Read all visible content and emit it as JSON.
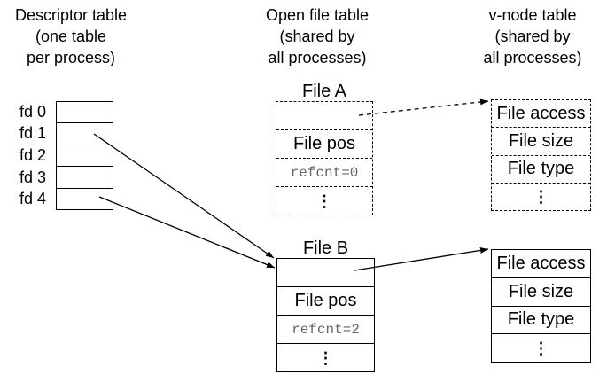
{
  "headers": {
    "descriptor": {
      "lines": [
        "Descriptor table",
        "(one table",
        "per process)"
      ]
    },
    "open_file": {
      "lines": [
        "Open file table",
        "(shared by",
        "all processes)"
      ]
    },
    "vnode": {
      "lines": [
        "v-node table",
        "(shared by",
        "all processes)"
      ]
    }
  },
  "descriptor_table": {
    "fd_labels": [
      "fd 0",
      "fd 1",
      "fd 2",
      "fd 3",
      "fd 4"
    ]
  },
  "open_file_table": {
    "file_a": {
      "title": "File A",
      "rows": [
        "",
        "File pos",
        "refcnt=0",
        "⋮"
      ]
    },
    "file_b": {
      "title": "File B",
      "rows": [
        "",
        "File pos",
        "refcnt=2",
        "⋮"
      ]
    }
  },
  "vnode_table": {
    "vnode_a": {
      "rows": [
        "File access",
        "File size",
        "File type",
        "⋮"
      ]
    },
    "vnode_b": {
      "rows": [
        "File access",
        "File size",
        "File type",
        "⋮"
      ]
    }
  },
  "colors": {
    "line": "#000000",
    "refcnt_text": "#666666",
    "background": "#ffffff"
  }
}
